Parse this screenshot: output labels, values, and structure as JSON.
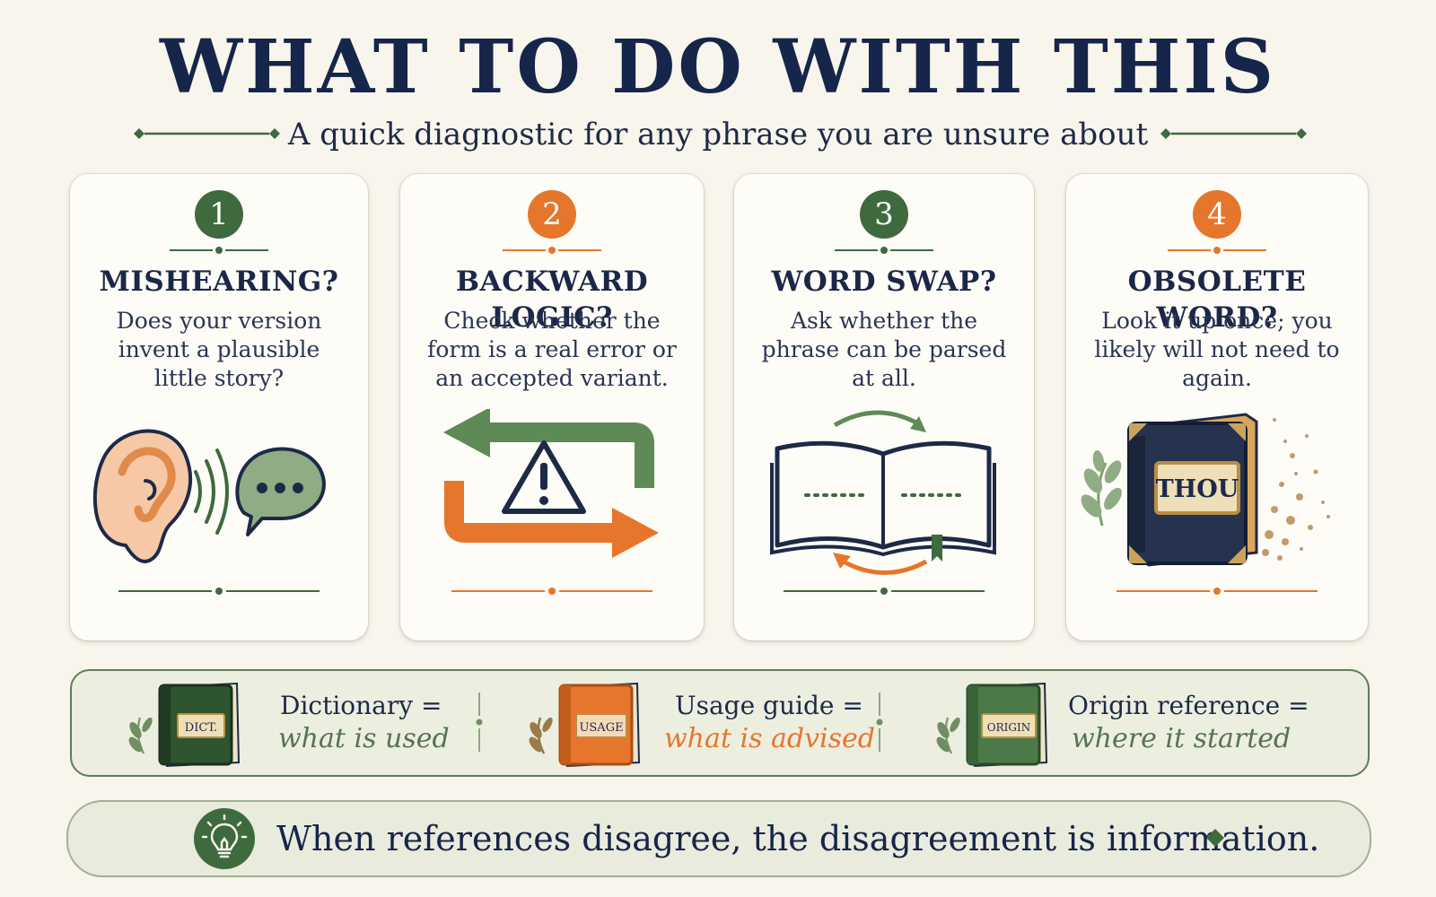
{
  "header": {
    "title": "WHAT TO DO WITH THIS",
    "subtitle": "A quick diagnostic for any phrase you are unsure about"
  },
  "colors": {
    "green": "#3e6a3d",
    "orange": "#e6762b",
    "navy": "#16254a",
    "background": "#f8f5ec"
  },
  "cards": [
    {
      "number": "1",
      "heading": "MISHEARING?",
      "body": "Does your version invent a plausible little story?",
      "icon": "ear-speech-icon",
      "accent": "green"
    },
    {
      "number": "2",
      "heading": "BACKWARD LOGIC?",
      "body": "Check whether the form is a real error or an accepted variant.",
      "icon": "reverse-arrows-warning-icon",
      "accent": "orange"
    },
    {
      "number": "3",
      "heading": "WORD SWAP?",
      "body": "Ask whether the phrase can be parsed at all.",
      "icon": "open-book-swap-icon",
      "accent": "green"
    },
    {
      "number": "4",
      "heading": "OBSOLETE WORD?",
      "body": "Look it up once; you likely will not need to again.",
      "icon": "old-book-icon",
      "accent": "orange",
      "book_label": "THOU"
    }
  ],
  "references": [
    {
      "book_label": "DICT.",
      "line1": "Dictionary =",
      "line2": "what is used",
      "icon": "dictionary-book-icon"
    },
    {
      "book_label": "USAGE",
      "line1": "Usage guide =",
      "line2": "what is advised",
      "icon": "usage-book-icon"
    },
    {
      "book_label": "ORIGIN",
      "line1": "Origin reference =",
      "line2": "where it started",
      "icon": "origin-book-icon"
    }
  ],
  "tip": {
    "text": "When references disagree, the disagreement is information.",
    "icon": "lightbulb-icon"
  }
}
